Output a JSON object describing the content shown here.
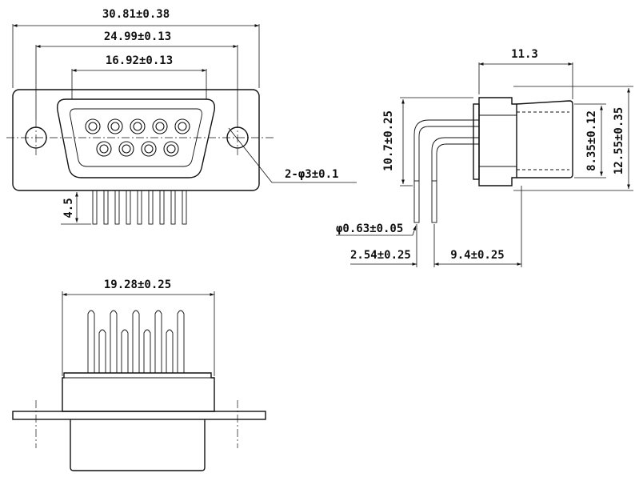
{
  "front_view": {
    "dim_overall": "30.81±0.38",
    "dim_mounting": "24.99±0.13",
    "dim_shell": "16.92±0.13",
    "dim_hole": "2-φ3±0.1",
    "dim_pin_length": "4.5"
  },
  "side_view": {
    "dim_depth": "11.3",
    "dim_pin_height": "10.7±0.25",
    "dim_shell_height": "8.35±0.12",
    "dim_flange_height": "12.55±0.35",
    "dim_pin_diameter": "φ0.63±0.05",
    "dim_pin_pitch": "2.54±0.25",
    "dim_pin_offset": "9.4±0.25"
  },
  "bottom_view": {
    "dim_width": "19.28±0.25"
  },
  "colors": {
    "line": "#111111",
    "background": "#ffffff"
  }
}
